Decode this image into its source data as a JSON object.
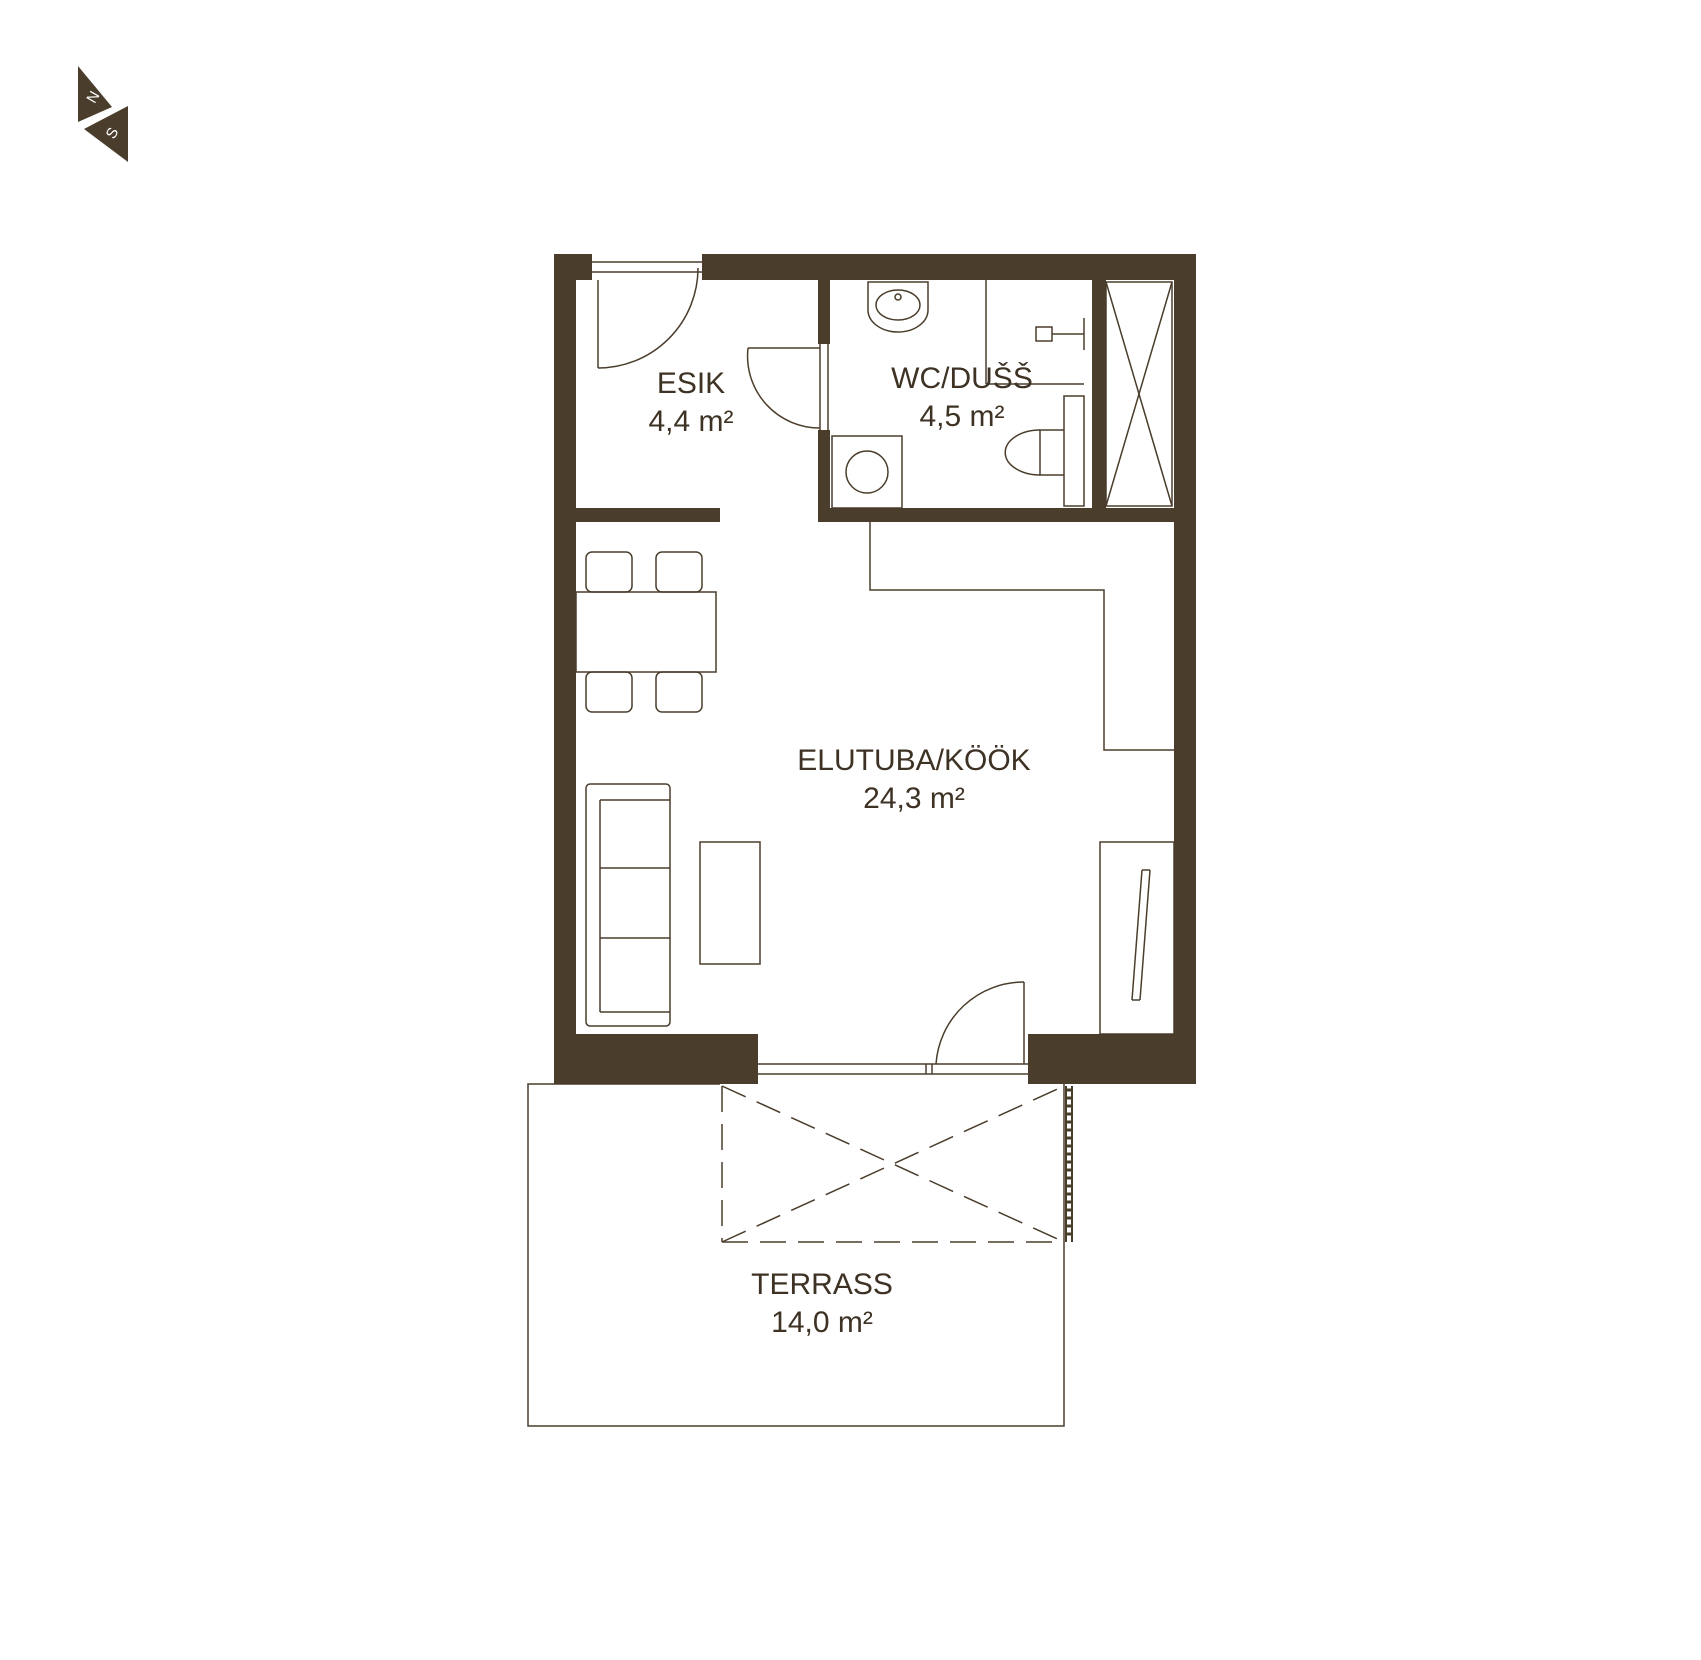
{
  "colors": {
    "wall": "#4a3d2c",
    "line": "#4a3d2c",
    "text": "#3d3224",
    "background": "#ffffff"
  },
  "compass": {
    "north_letter": "N",
    "south_letter": "S"
  },
  "rooms": {
    "esik": {
      "name": "ESIK",
      "area": "4,4 m²"
    },
    "wc": {
      "name": "WC/DUŠŠ",
      "area": "4,5 m²"
    },
    "living": {
      "name": "ELUTUBA/KÖÖK",
      "area": "24,3 m²"
    },
    "terrace": {
      "name": "TERRASS",
      "area": "14,0 m²"
    }
  }
}
